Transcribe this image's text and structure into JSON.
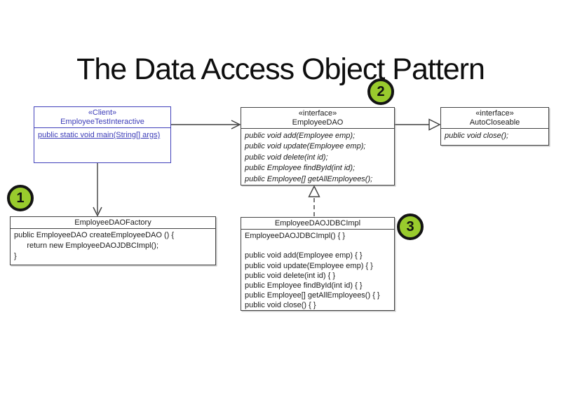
{
  "slide": {
    "title": "The Data Access Object Pattern"
  },
  "colors": {
    "client_blue": "#3c3cb8",
    "box_border": "#434343",
    "badge_green": "#99cb2d",
    "badge_border": "#141414"
  },
  "diagram": {
    "client_box": {
      "stereotype": "«Client»",
      "name": "EmployeeTestInteractive",
      "main_method": "public static void main(String[] args)"
    },
    "dao_interface_box": {
      "stereotype": "«interface»",
      "name": "EmployeeDAO",
      "members": [
        "public void add(Employee emp);",
        "public void update(Employee emp);",
        "public void delete(int id);",
        "public Employee findById(int id);",
        "public Employee[] getAllEmployees();"
      ]
    },
    "autocloseable_box": {
      "stereotype": "«interface»",
      "name": "AutoCloseable",
      "members": [
        "public void close();"
      ]
    },
    "factory_box": {
      "name": "EmployeeDAOFactory",
      "members": [
        "public EmployeeDAO createEmployeeDAO () {",
        "      return new EmployeeDAOJDBCImpl();",
        "}"
      ]
    },
    "impl_box": {
      "name": "EmployeeDAOJDBCImpl",
      "members": [
        "EmployeeDAOJDBCImpl() { }",
        "",
        "public void add(Employee emp) { }",
        "public void update(Employee emp) { }",
        "public void delete(int id) { }",
        "public Employee findById(int id) { }",
        "public Employee[] getAllEmployees() { }",
        "public void close() { }"
      ]
    },
    "badges": [
      "1",
      "2",
      "3"
    ]
  }
}
